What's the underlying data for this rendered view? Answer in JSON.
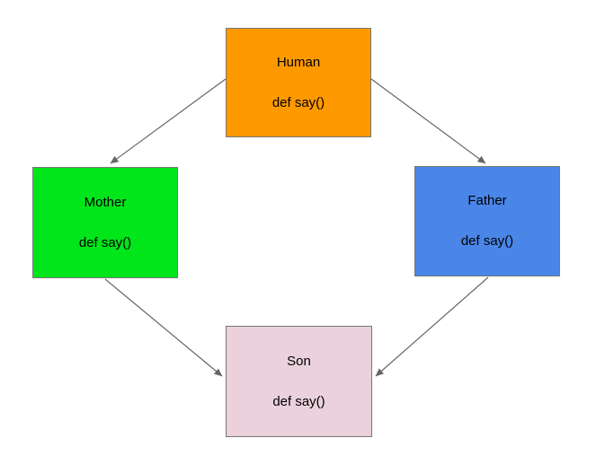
{
  "diagram": {
    "type": "inheritance-diagram",
    "background": "#FFFFFF",
    "border_color": "#777777",
    "arrow_color": "#666666",
    "nodes": {
      "human": {
        "label": "Human",
        "method": "def say()",
        "color": "#FF9900"
      },
      "mother": {
        "label": "Mother",
        "method": "def say()",
        "color": "#00E61A"
      },
      "father": {
        "label": "Father",
        "method": "def say()",
        "color": "#4A86E8"
      },
      "son": {
        "label": "Son",
        "method": "def say()",
        "color": "#EAD1DC"
      }
    },
    "edges": [
      {
        "from": "Human",
        "to": "Mother"
      },
      {
        "from": "Human",
        "to": "Father"
      },
      {
        "from": "Mother",
        "to": "Son"
      },
      {
        "from": "Father",
        "to": "Son"
      }
    ]
  }
}
